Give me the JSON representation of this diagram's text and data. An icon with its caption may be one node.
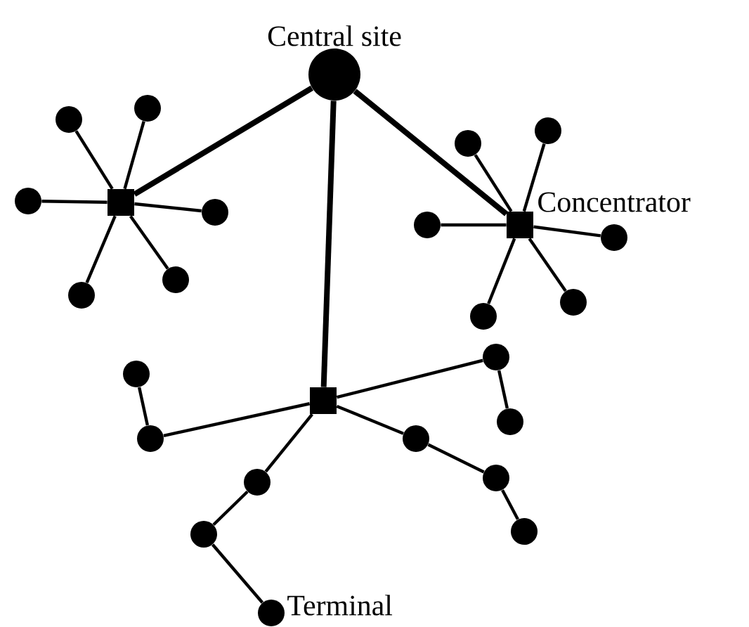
{
  "diagram": {
    "nodes": [
      {
        "text": [],
        "shape": "circle",
        "beside": [
          "Central site"
        ]
      },
      {
        "text": [],
        "shape": "box"
      },
      {
        "text": [],
        "shape": "circle"
      },
      {
        "text": [],
        "shape": "circle"
      },
      {
        "text": [],
        "shape": "circle"
      },
      {
        "text": [],
        "shape": "circle"
      },
      {
        "text": [],
        "shape": "circle"
      },
      {
        "text": [],
        "shape": "circle"
      },
      {
        "text": [],
        "shape": "box",
        "beside": [
          "Concentrator"
        ]
      },
      {
        "text": [],
        "shape": "circle"
      },
      {
        "text": [],
        "shape": "circle"
      },
      {
        "text": [],
        "shape": "circle"
      },
      {
        "text": [],
        "shape": "circle"
      },
      {
        "text": [],
        "shape": "circle"
      },
      {
        "text": [],
        "shape": "circle"
      },
      {
        "text": [],
        "shape": "box"
      },
      {
        "text": [],
        "shape": "circle"
      },
      {
        "text": [],
        "shape": "circle"
      },
      {
        "text": [],
        "shape": "circle"
      },
      {
        "text": [],
        "shape": "circle"
      },
      {
        "text": [],
        "shape": "circle"
      },
      {
        "text": [],
        "shape": "circle"
      },
      {
        "text": [],
        "shape": "circle"
      },
      {
        "text": [],
        "shape": "circle"
      },
      {
        "text": [],
        "shape": "circle"
      },
      {
        "text": [],
        "shape": "circle",
        "beside": [
          "Terminal"
        ]
      }
    ],
    "edges": [
      {
        "from": 0,
        "to": 1,
        "arrow": "none",
        "style": "thick"
      },
      {
        "from": 0,
        "to": 8,
        "arrow": "none",
        "style": "thick"
      },
      {
        "from": 0,
        "to": 15,
        "arrow": "none",
        "style": "thick"
      },
      {
        "from": 1,
        "to": 2,
        "arrow": "none"
      },
      {
        "from": 1,
        "to": 3,
        "arrow": "none"
      },
      {
        "from": 1,
        "to": 4,
        "arrow": "none"
      },
      {
        "from": 1,
        "to": 5,
        "arrow": "none"
      },
      {
        "from": 1,
        "to": 6,
        "arrow": "none"
      },
      {
        "from": 1,
        "to": 7,
        "arrow": "none"
      },
      {
        "from": 8,
        "to": 9,
        "arrow": "none"
      },
      {
        "from": 8,
        "to": 10,
        "arrow": "none"
      },
      {
        "from": 8,
        "to": 11,
        "arrow": "none"
      },
      {
        "from": 8,
        "to": 12,
        "arrow": "none"
      },
      {
        "from": 8,
        "to": 13,
        "arrow": "none"
      },
      {
        "from": 8,
        "to": 14,
        "arrow": "none"
      },
      {
        "from": 15,
        "to": 16,
        "arrow": "none"
      },
      {
        "from": 16,
        "to": 17,
        "arrow": "none"
      },
      {
        "from": 15,
        "to": 18,
        "arrow": "none"
      },
      {
        "from": 18,
        "to": 19,
        "arrow": "none"
      },
      {
        "from": 15,
        "to": 20,
        "arrow": "none"
      },
      {
        "from": 20,
        "to": 21,
        "arrow": "none"
      },
      {
        "from": 21,
        "to": 22,
        "arrow": "none"
      },
      {
        "from": 15,
        "to": 23,
        "arrow": "none"
      },
      {
        "from": 23,
        "to": 24,
        "arrow": "none"
      },
      {
        "from": 24,
        "to": 25,
        "arrow": "none"
      }
    ]
  }
}
